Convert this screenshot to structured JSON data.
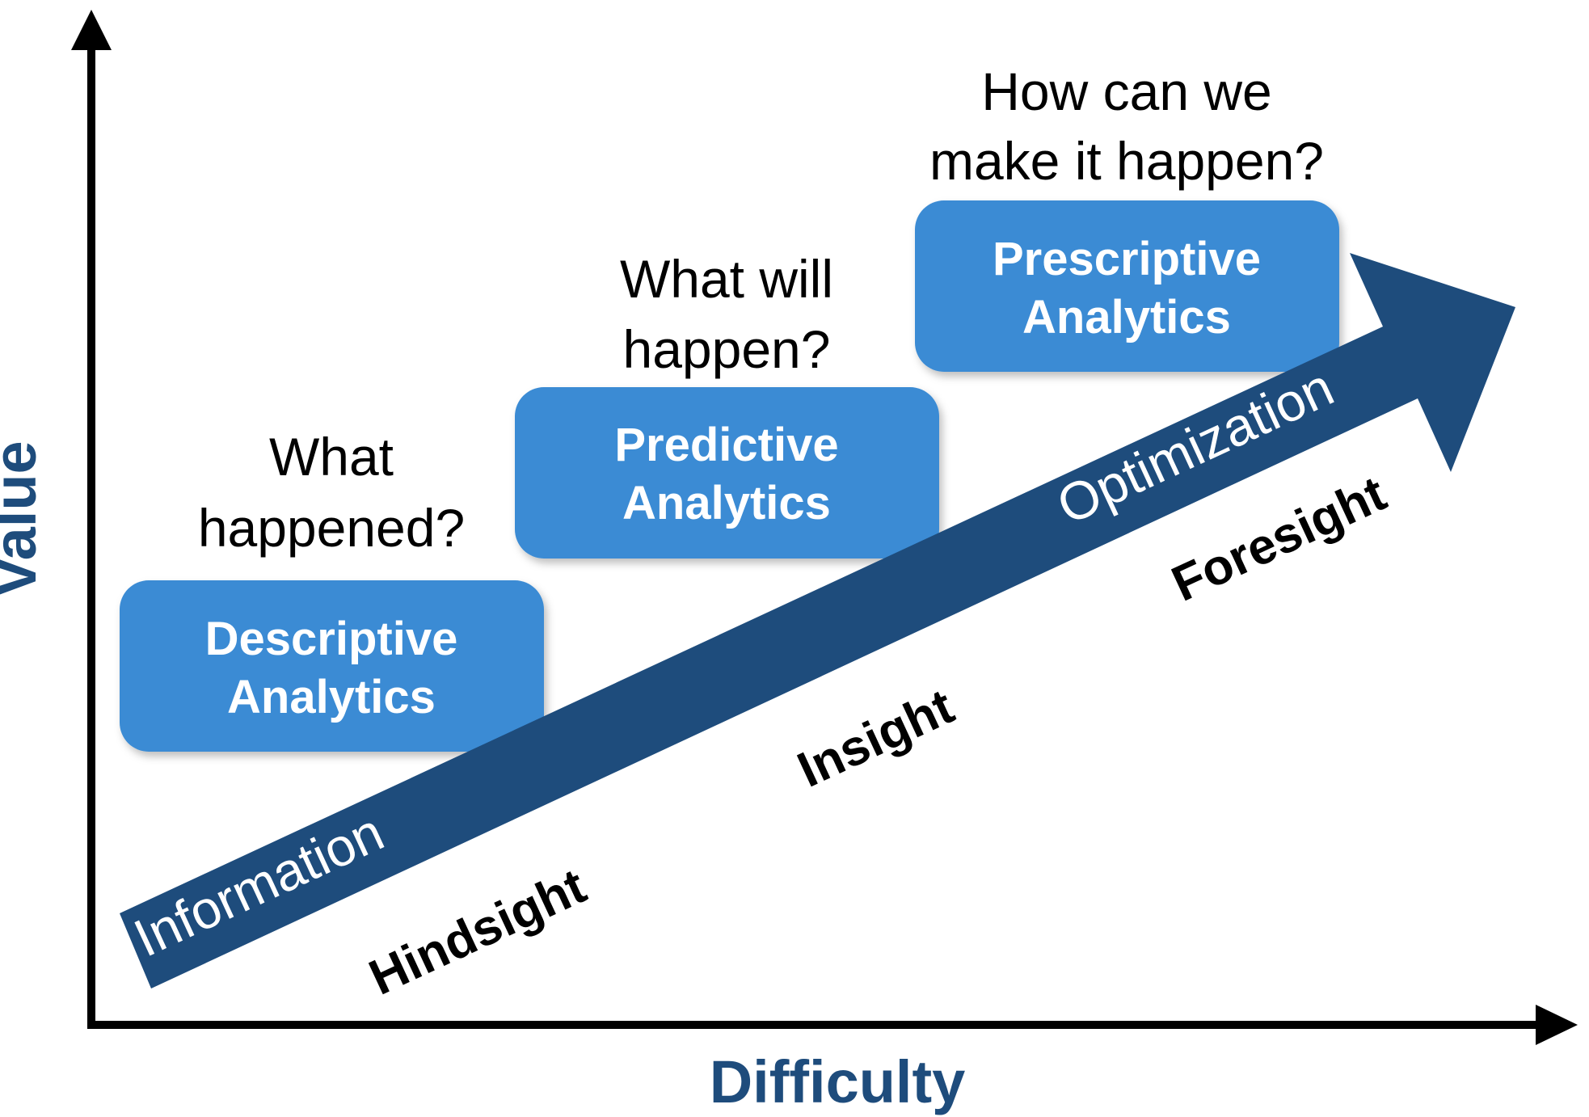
{
  "colors": {
    "stage_box": "#3a8bd4",
    "trend_arrow": "#1e4c7c",
    "axis_label": "#1e4c7c",
    "axis_line": "#000000"
  },
  "axes": {
    "x_label": "Difficulty",
    "y_label": "Value"
  },
  "stages": [
    {
      "line1": "Descriptive",
      "line2": "Analytics",
      "question_line1": "What",
      "question_line2": "happened?"
    },
    {
      "line1": "Predictive",
      "line2": "Analytics",
      "question_line1": "What will",
      "question_line2": "happen?"
    },
    {
      "line1": "Prescriptive",
      "line2": "Analytics",
      "question_line1": "How can we",
      "question_line2": "make it happen?"
    }
  ],
  "arrow_words": {
    "start": "Information",
    "end": "Optimization"
  },
  "sights": [
    "Hindsight",
    "Insight",
    "Foresight"
  ]
}
